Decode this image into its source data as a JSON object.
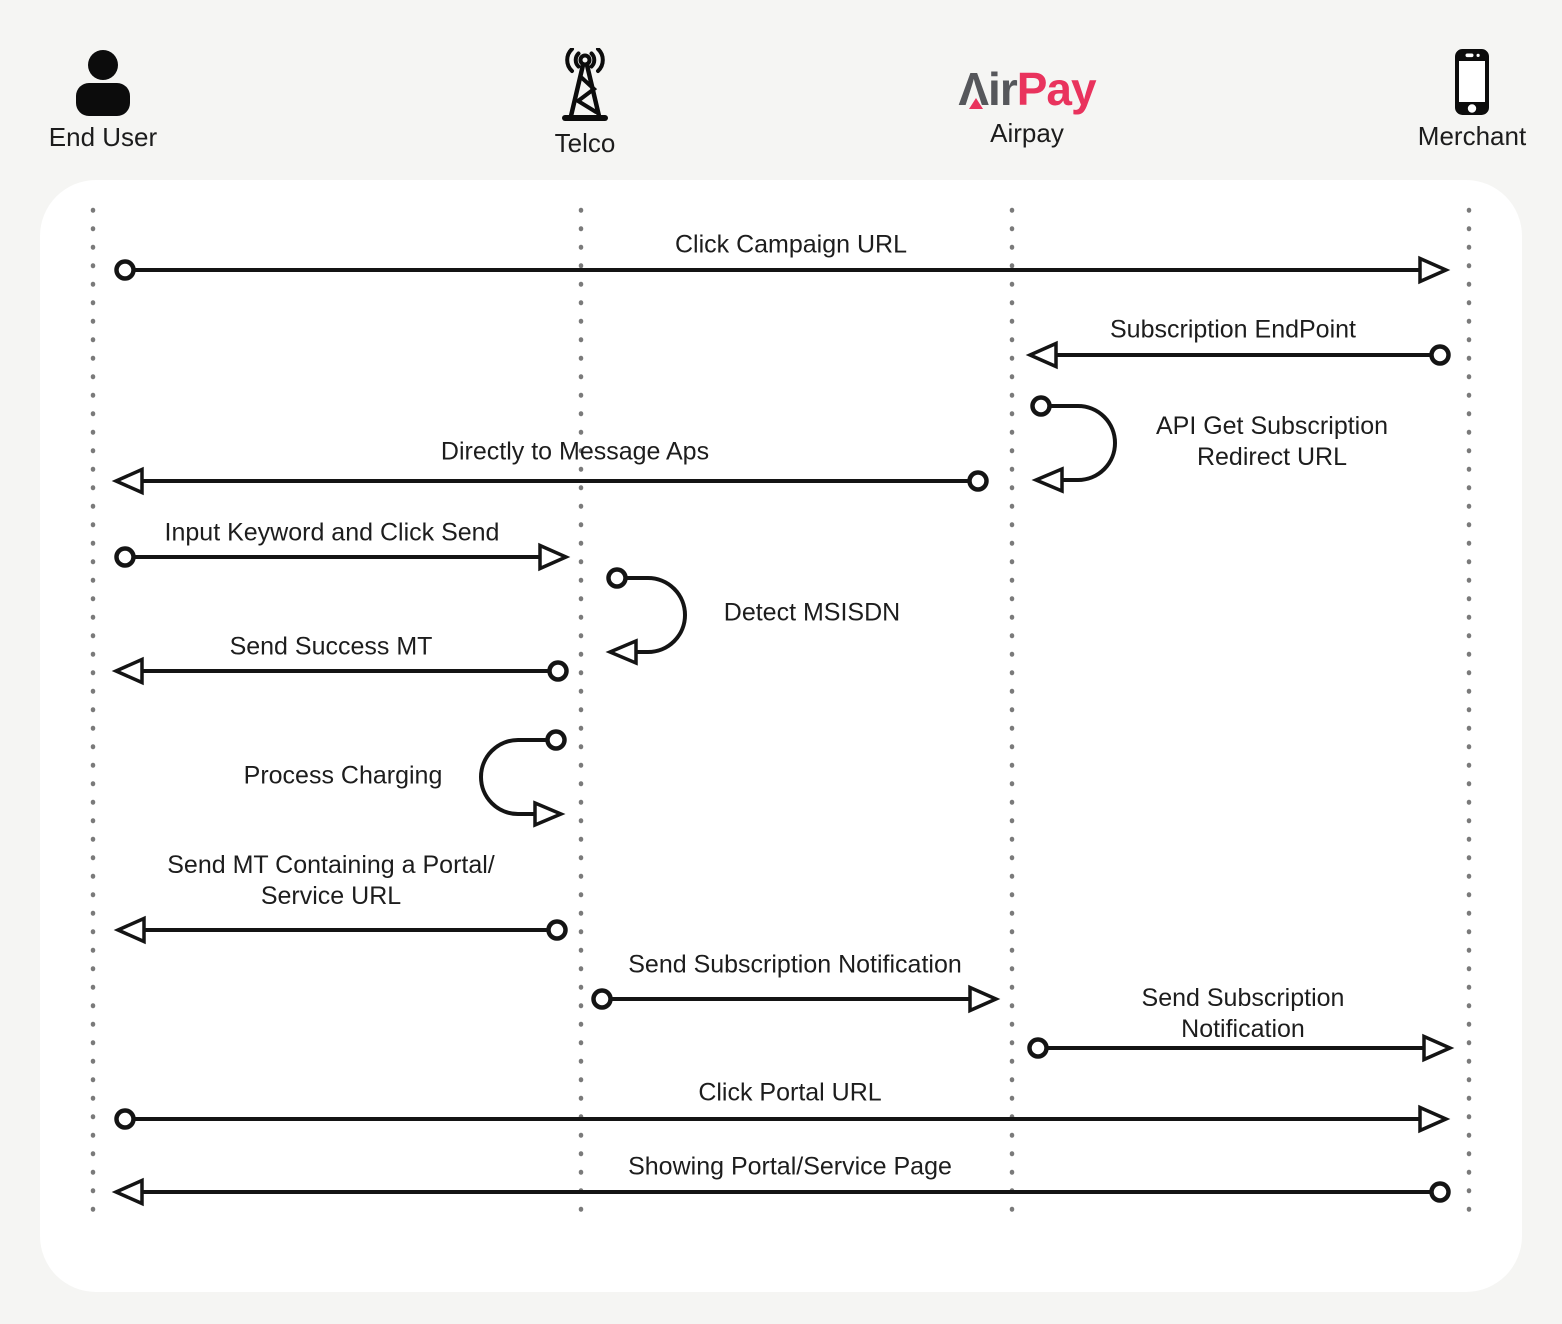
{
  "page": {
    "background": "#f5f5f3",
    "panel_color": "#ffffff",
    "line_color": "#141414",
    "lifeline_dot_color": "#7a7a7a"
  },
  "actors": [
    {
      "id": "end-user",
      "label": "End User",
      "icon": "person-icon"
    },
    {
      "id": "telco",
      "label": "Telco",
      "icon": "radio-tower-icon"
    },
    {
      "id": "airpay",
      "label": "Airpay",
      "icon": "airpay-logo",
      "logo": {
        "gray_part": "Λir",
        "pink_part": "Pay",
        "gray_color": "#56575b",
        "pink_color": "#e9335d"
      }
    },
    {
      "id": "merchant",
      "label": "Merchant",
      "icon": "smartphone-icon"
    }
  ],
  "messages": [
    {
      "label": "Click Campaign URL",
      "from": "End User",
      "to": "Merchant",
      "kind": "arrow"
    },
    {
      "label": "Subscription EndPoint",
      "from": "Merchant",
      "to": "Airpay",
      "kind": "arrow"
    },
    {
      "label": "API Get Subscription\nRedirect URL",
      "from": "Airpay",
      "to": "Airpay",
      "kind": "self-loop"
    },
    {
      "label": "Directly to Message Aps",
      "from": "Airpay",
      "to": "End User",
      "kind": "arrow"
    },
    {
      "label": "Input Keyword and Click Send",
      "from": "End User",
      "to": "Telco",
      "kind": "arrow"
    },
    {
      "label": "Detect MSISDN",
      "from": "Telco",
      "to": "Telco",
      "kind": "self-loop"
    },
    {
      "label": "Send Success MT",
      "from": "Telco",
      "to": "End User",
      "kind": "arrow"
    },
    {
      "label": "Process Charging",
      "from": "Telco",
      "to": "Telco",
      "kind": "self-loop"
    },
    {
      "label": "Send MT Containing a Portal/\nService URL",
      "from": "Telco",
      "to": "End User",
      "kind": "arrow"
    },
    {
      "label": "Send Subscription Notification",
      "from": "Telco",
      "to": "Airpay",
      "kind": "arrow"
    },
    {
      "label": "Send Subscription Notification",
      "from": "Airpay",
      "to": "Merchant",
      "kind": "arrow"
    },
    {
      "label": "Click Portal URL",
      "from": "End User",
      "to": "Merchant",
      "kind": "arrow"
    },
    {
      "label": "Showing Portal/Service Page",
      "from": "Merchant",
      "to": "End User",
      "kind": "arrow"
    }
  ]
}
